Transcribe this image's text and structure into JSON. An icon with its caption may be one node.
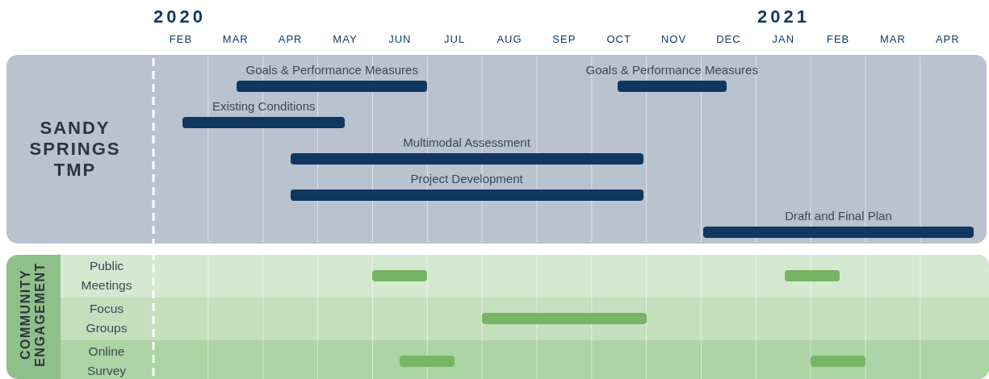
{
  "diagram": {
    "nodes": [
      {
        "text": [
          "SANDY SPRINGS TMP"
        ]
      },
      {
        "text": [
          "Goals & Performance Measures"
        ],
        "in": 0
      },
      {
        "text": [
          "Goals & Performance Measures"
        ],
        "in": 0
      },
      {
        "text": [
          "Existing Conditions"
        ],
        "in": 0
      },
      {
        "text": [
          "Multimodal Assessment"
        ],
        "in": 0
      },
      {
        "text": [
          "Project Development"
        ],
        "in": 0
      },
      {
        "text": [
          "Draft and Final Plan"
        ],
        "in": 0
      },
      {
        "text": [
          "COMMUNITY ENGAGEMENT"
        ]
      },
      {
        "text": [
          "Public Meetings"
        ],
        "in": 7
      },
      {
        "text": [
          "Focus Groups"
        ],
        "in": 7
      },
      {
        "text": [
          "Online Survey"
        ],
        "in": 7
      },
      {
        "text": [],
        "shape": "bar",
        "in": 8
      },
      {
        "text": [],
        "shape": "bar",
        "in": 8
      },
      {
        "text": [],
        "shape": "bar",
        "in": 9
      },
      {
        "text": [],
        "shape": "bar",
        "in": 10
      },
      {
        "text": [],
        "shape": "bar",
        "in": 10
      }
    ],
    "edges": [],
    "labels": [
      "2020",
      "2021",
      "FEB",
      "MAR",
      "APR",
      "MAY",
      "JUN",
      "JUL",
      "AUG",
      "SEP",
      "OCT",
      "NOV",
      "DEC",
      "JAN",
      "FEB",
      "MAR",
      "APR"
    ]
  }
}
